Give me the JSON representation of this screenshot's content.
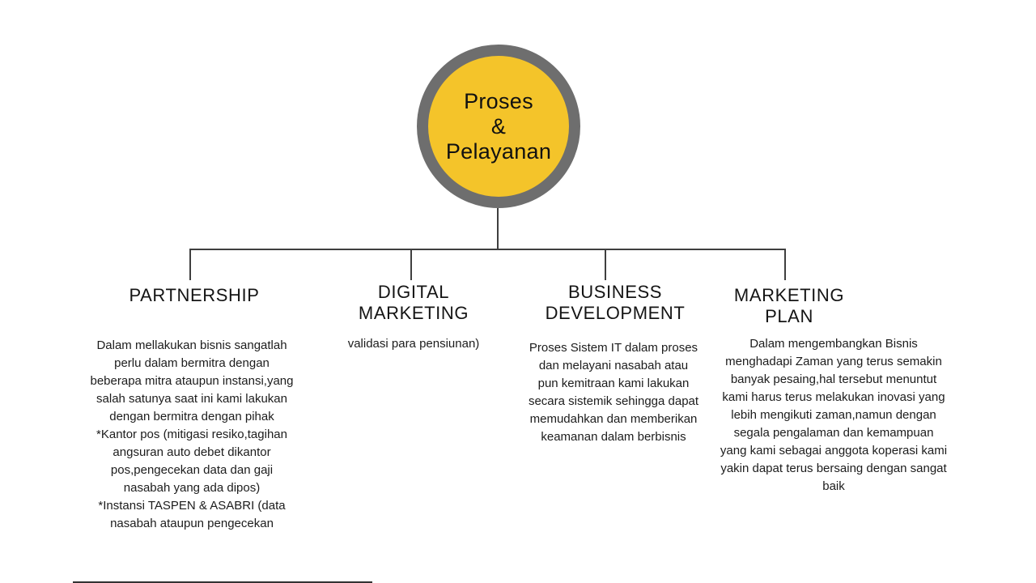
{
  "diagram": {
    "root": {
      "label_lines": [
        "Proses",
        "&",
        "Pelayanan"
      ]
    },
    "branches": [
      {
        "id": "partnership",
        "title_lines": [
          "PARTNERSHIP"
        ],
        "body_lines": [
          "Dalam mellakukan bisnis sangatlah",
          "perlu dalam bermitra dengan",
          "beberapa mitra ataupun instansi,yang",
          "salah satunya saat ini kami lakukan",
          "dengan bermitra dengan pihak",
          "*Kantor pos (mitigasi resiko,tagihan",
          "angsuran auto debet dikantor",
          "pos,pengecekan data dan gaji",
          "nasabah yang ada dipos)",
          "*Instansi TASPEN & ASABRI (data",
          "nasabah ataupun pengecekan"
        ]
      },
      {
        "id": "digital-marketing",
        "title_lines": [
          "DIGITAL",
          "MARKETING"
        ],
        "body_lines": [
          "validasi para pensiunan)"
        ]
      },
      {
        "id": "business-development",
        "title_lines": [
          "BUSINESS",
          "DEVELOPMENT"
        ],
        "body_lines": [
          "Proses Sistem IT dalam proses",
          "dan  melayani nasabah atau",
          "pun kemitraan kami lakukan",
          "secara sistemik sehingga dapat",
          "memudahkan dan memberikan",
          "keamanan dalam berbisnis"
        ]
      },
      {
        "id": "marketing-plan",
        "title_lines": [
          "MARKETING",
          "PLAN"
        ],
        "body_lines": [
          "Dalam mengembangkan Bisnis",
          "menghadapi Zaman yang terus semakin",
          "banyak pesaing,hal tersebut menuntut",
          "kami harus terus melakukan inovasi yang",
          "lebih mengikuti zaman,namun dengan",
          "segala pengalaman dan kemampuan",
          "yang kami sebagai anggota koperasi kami",
          "yakin dapat terus bersaing dengan sangat",
          "baik"
        ]
      }
    ]
  },
  "colors": {
    "circle_fill": "#F4C42A",
    "circle_ring": "#6E6E6E",
    "connector": "#3F3F3F",
    "text": "#1A1A1A"
  }
}
